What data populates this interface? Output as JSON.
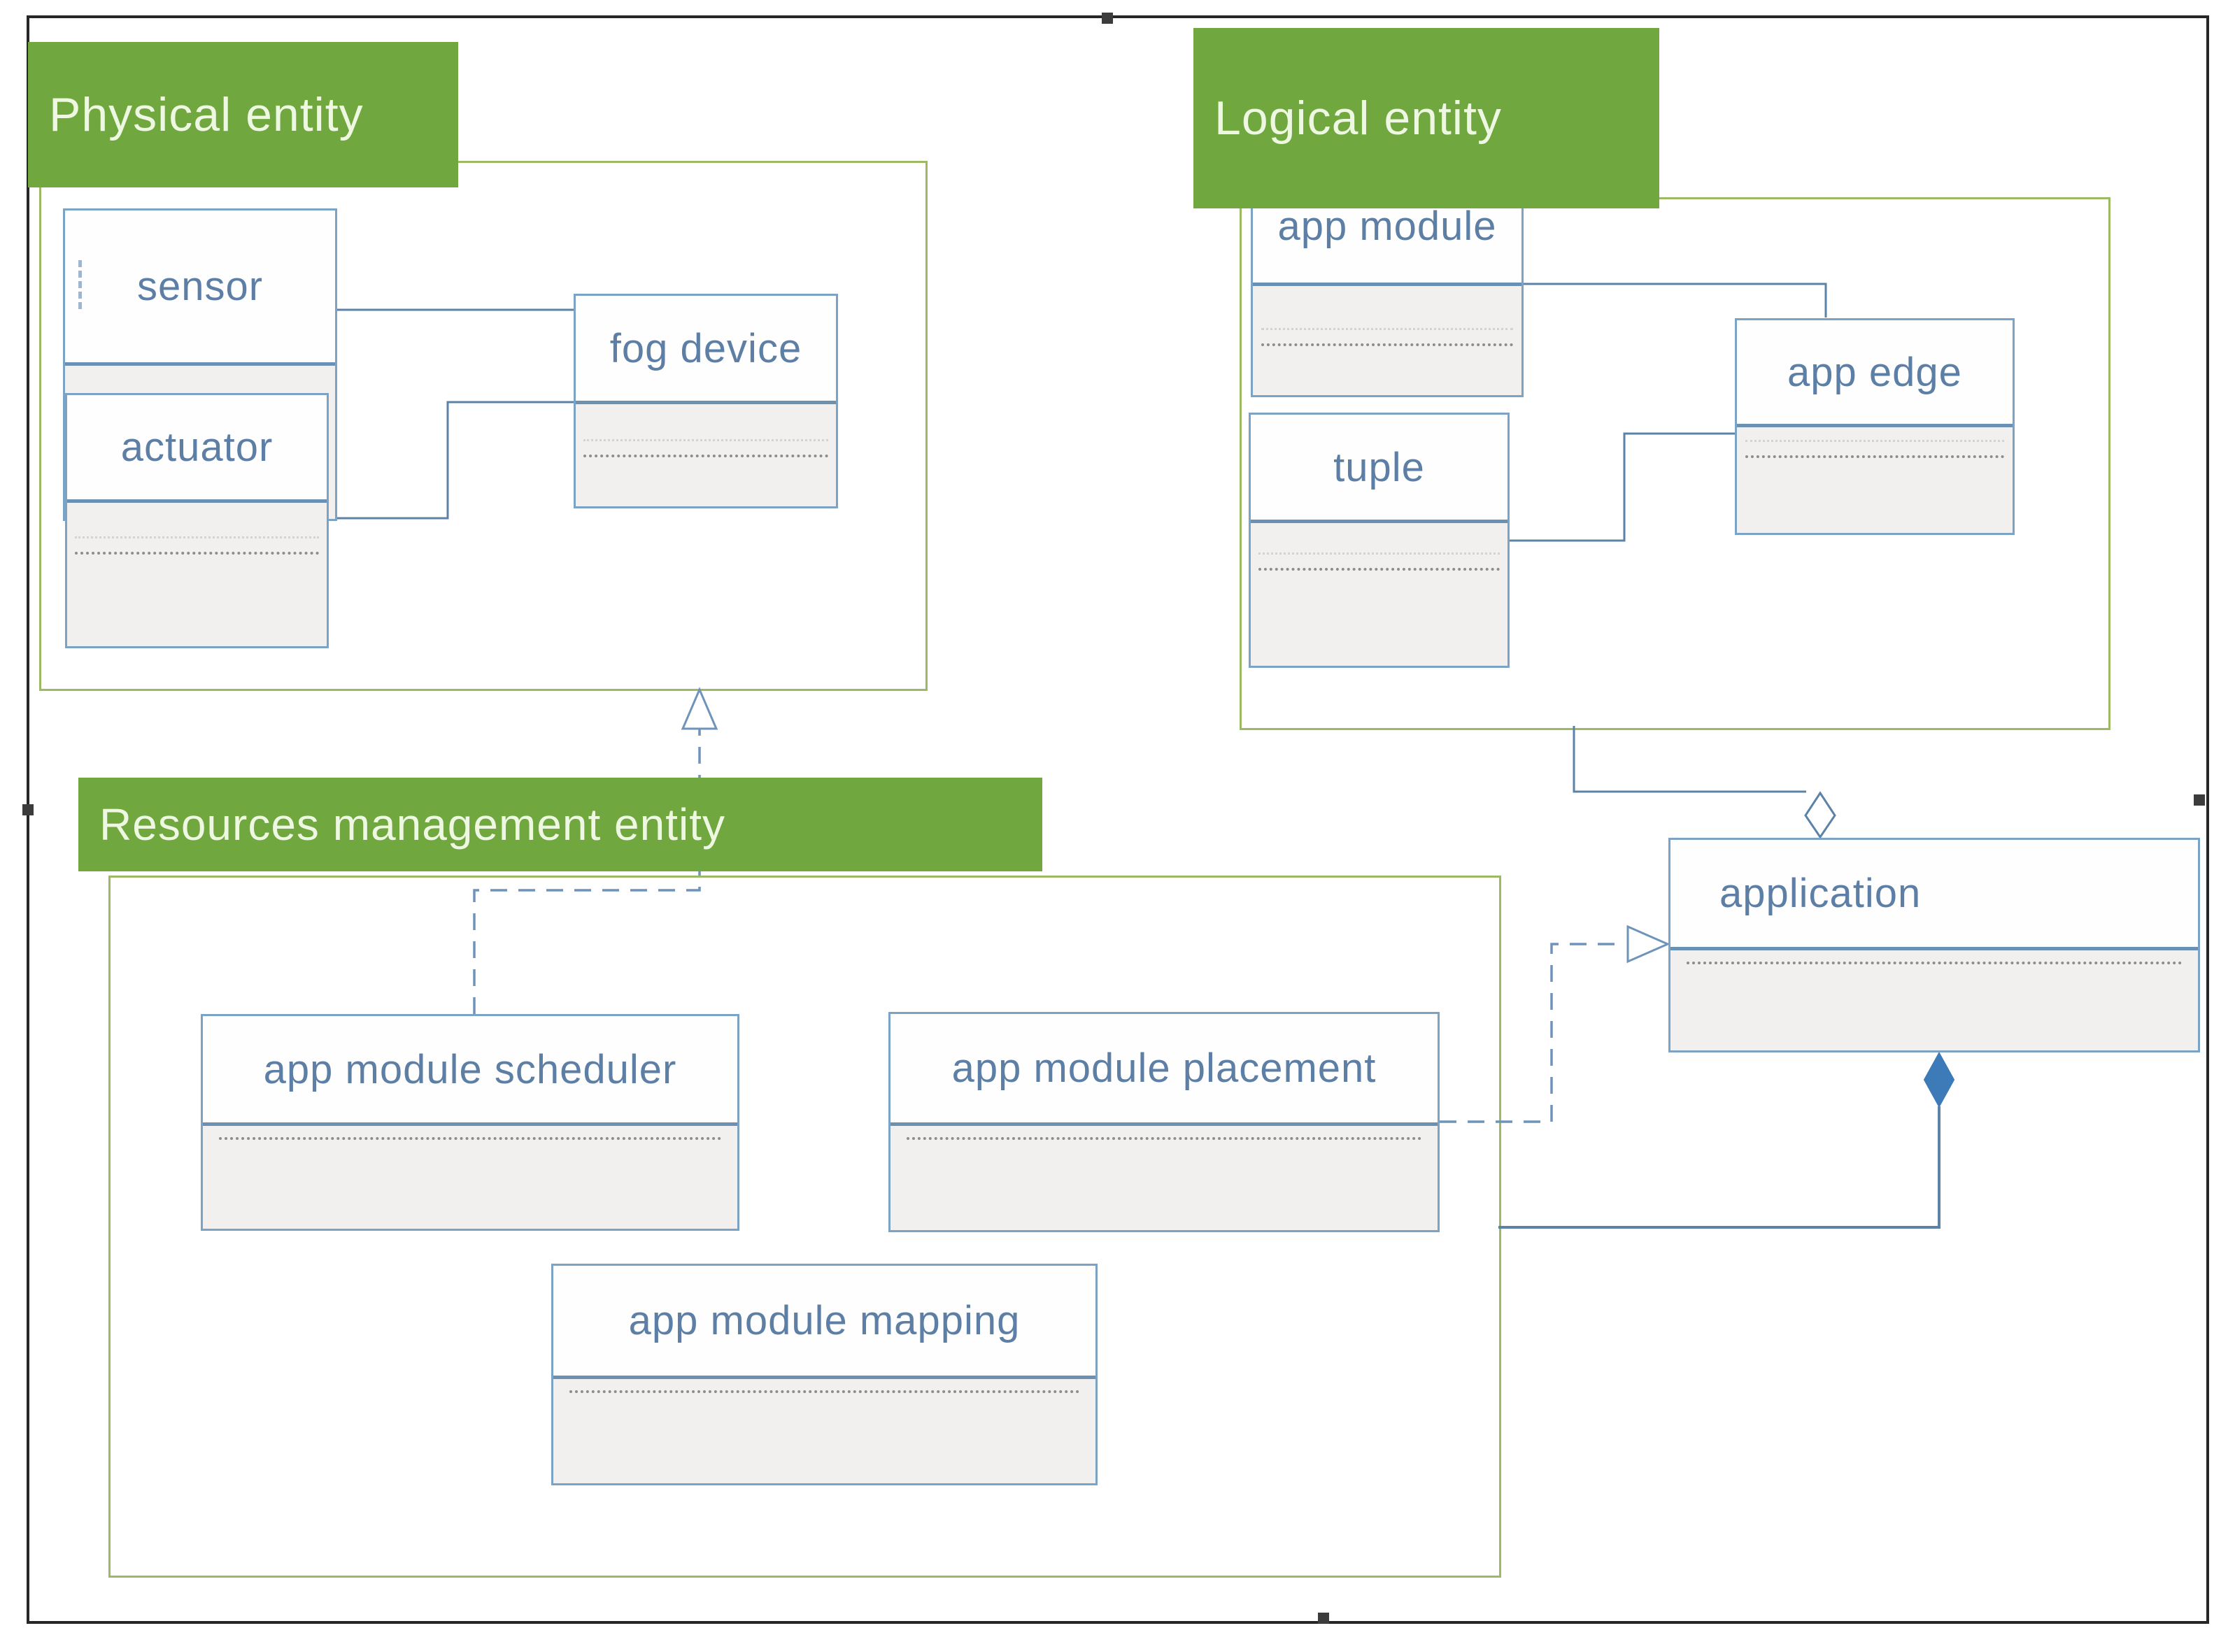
{
  "diagram_type": "uml-class-diagram",
  "groups": [
    {
      "id": "physical-entity",
      "label": "Physical entity"
    },
    {
      "id": "logical-entity",
      "label": "Logical entity"
    },
    {
      "id": "resources-management-entity",
      "label": "Resources management entity"
    }
  ],
  "classes": {
    "sensor": {
      "name": "sensor"
    },
    "actuator": {
      "name": "actuator"
    },
    "fog_device": {
      "name": "fog device"
    },
    "app_module": {
      "name": "app module"
    },
    "tuple": {
      "name": "tuple"
    },
    "app_edge": {
      "name": "app edge"
    },
    "application": {
      "name": "application"
    },
    "app_module_scheduler": {
      "name": "app module scheduler"
    },
    "app_module_placement": {
      "name": "app module placement"
    },
    "app_module_mapping": {
      "name": "app module mapping"
    }
  },
  "relationships": [
    {
      "from": "sensor",
      "to": "fog device",
      "type": "association",
      "marker": "none"
    },
    {
      "from": "actuator",
      "to": "fog device",
      "type": "association",
      "marker": "none"
    },
    {
      "from": "app module",
      "to": "app edge",
      "type": "association",
      "marker": "none"
    },
    {
      "from": "tuple",
      "to": "app edge",
      "type": "association",
      "marker": "none"
    },
    {
      "from": "Logical entity",
      "to": "application",
      "type": "aggregation",
      "marker": "open-diamond-icon"
    },
    {
      "from": "application",
      "to": "Resources management entity",
      "type": "composition",
      "marker": "filled-diamond-icon"
    },
    {
      "from": "app module placement",
      "to": "application",
      "type": "realization",
      "marker": "open-triangle-arrow-icon",
      "line": "dashed"
    },
    {
      "from": "Resources management entity",
      "to": "Physical entity",
      "type": "generalization",
      "marker": "open-triangle-arrow-icon",
      "line": "dashed"
    }
  ],
  "colors": {
    "group_label_fill": "#70a73f",
    "group_label_text": "#eef7e2",
    "group_outline": "#9cb964",
    "class_border": "#7ba3c6",
    "class_title_text": "#5d7fa5",
    "class_separator": "#6a91b4",
    "class_body_fill": "#f1f0ee",
    "connector": "#5d82a8",
    "dashed_connector": "#6f94ba",
    "filled_diamond": "#3d7ab8",
    "page_border": "#262626"
  }
}
